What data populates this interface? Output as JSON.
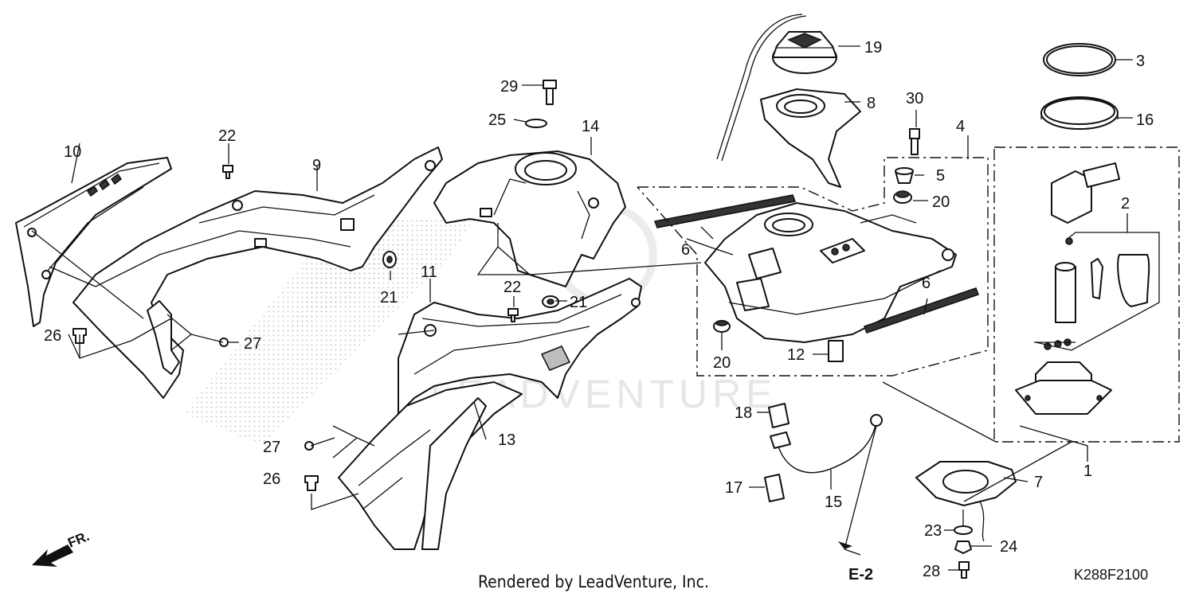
{
  "diagram_code": "K288F2100",
  "credit": "Rendered by LeadVenture, Inc.",
  "watermark": "LEADVENTURE",
  "direction_label": "FR.",
  "reference_label": "E-2",
  "callouts": {
    "n1": "1",
    "n2": "2",
    "n3": "3",
    "n4": "4",
    "n5": "5",
    "n6a": "6",
    "n6b": "6",
    "n7": "7",
    "n8": "8",
    "n9": "9",
    "n10": "10",
    "n11": "11",
    "n12": "12",
    "n13": "13",
    "n14": "14",
    "n15": "15",
    "n16": "16",
    "n17": "17",
    "n18": "18",
    "n19": "19",
    "n20a": "20",
    "n20b": "20",
    "n21a": "21",
    "n21b": "21",
    "n22a": "22",
    "n22b": "22",
    "n23": "23",
    "n24": "24",
    "n25": "25",
    "n26a": "26",
    "n26b": "26",
    "n27a": "27",
    "n27b": "27",
    "n28": "28",
    "n29": "29",
    "n30": "30"
  }
}
